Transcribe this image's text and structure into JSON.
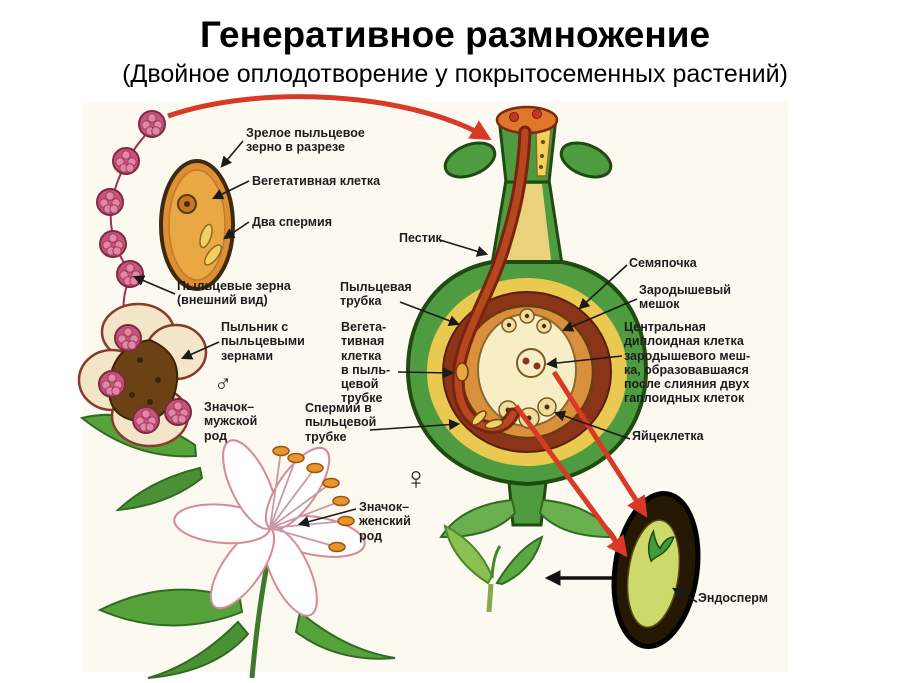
{
  "page": {
    "title": "Генеративное размножение",
    "subtitle": "(Двойное оплодотворение у покрытосеменных растений)"
  },
  "labels": {
    "mature_pollen": "Зрелое пыльцевое\nзерно в разрезе",
    "vegetative_cell": "Вегетативная клетка",
    "two_sperm": "Два спермия",
    "pistil": "Пестик",
    "ovule": "Семяпочка",
    "embryo_sac": "Зародышевый\nмешок",
    "pollen_grains": "Пыльцевые зерна\n(внешний вид)",
    "pollen_tube": "Пыльцевая\nтрубка",
    "anther": "Пыльник с\nпыльцевыми\nзернами",
    "vegetative_in_tube": "Вегета-\nтивная\nклетка\nв пыль-\nцевой\nтрубке",
    "central_cell": "Центральная\nдиплоидная клетка\nзародышевого меш-\nка, образовавшаяся\nпосле слияния двух\nгаплоидных клеток",
    "male_sign": "Значок–\nмужской\nрод",
    "sperm_in_tube": "Спермии в\nпыльцевой\nтрубке",
    "egg_cell": "Яйцеклетка",
    "female_sign": "Значок–\nженский\nрод",
    "endosperm": "Эндосперм"
  },
  "symbols": {
    "male": "♂",
    "female": "♀"
  },
  "colors": {
    "arrow_red": "#d93a28",
    "label_text": "#1d1d1d",
    "pollen_pink": "#c9547a",
    "pistil_green": "#4e9b40",
    "inner_yellow": "#ead27a",
    "ovary_red": "#8a3418",
    "tube_brown": "#7a2410",
    "seed_coat": "#241803",
    "endosperm_yellow": "#cdd96a",
    "leaf_green": "#57a33b",
    "anther_orange": "#e8962a"
  }
}
